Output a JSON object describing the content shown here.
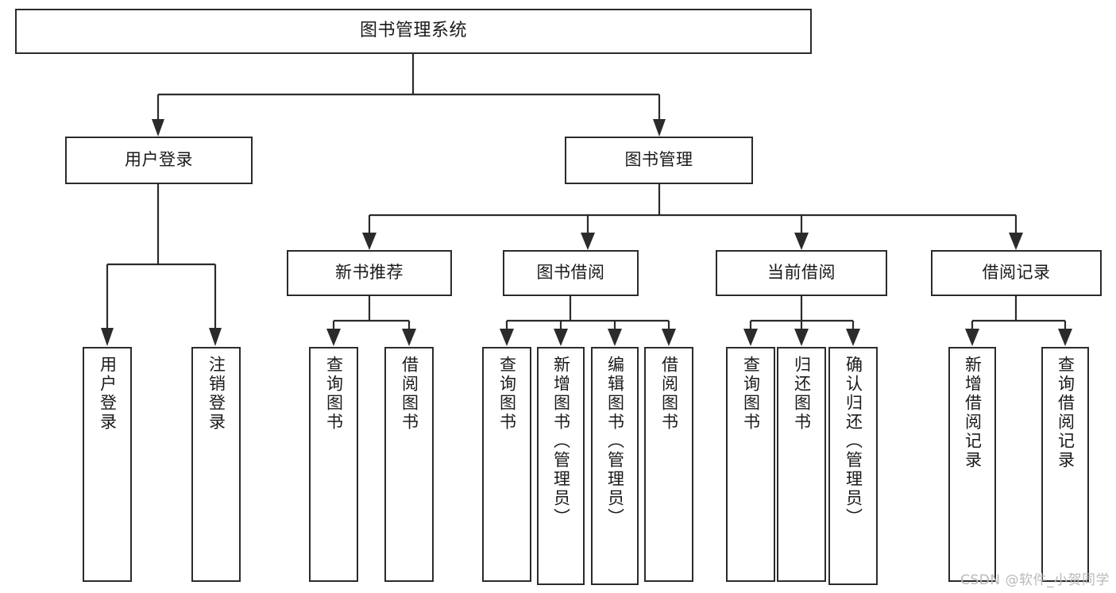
{
  "diagram": {
    "title": "图书管理系统",
    "type": "tree",
    "root": {
      "label": "图书管理系统"
    },
    "level1": [
      {
        "label": "用户登录"
      },
      {
        "label": "图书管理"
      }
    ],
    "level2": [
      {
        "label": "新书推荐"
      },
      {
        "label": "图书借阅"
      },
      {
        "label": "当前借阅"
      },
      {
        "label": "借阅记录"
      }
    ],
    "leaves": {
      "user_login": [
        {
          "label": "用户登录"
        },
        {
          "label": "注销登录"
        }
      ],
      "new_book_recommend": [
        {
          "label": "查询图书"
        },
        {
          "label": "借阅图书"
        }
      ],
      "book_borrow": [
        {
          "label": "查询图书"
        },
        {
          "label": "新增图书（管理员）"
        },
        {
          "label": "编辑图书（管理员）"
        },
        {
          "label": "借阅图书"
        }
      ],
      "current_borrow": [
        {
          "label": "查询图书"
        },
        {
          "label": "归还图书"
        },
        {
          "label": "确认归还（管理员）"
        }
      ],
      "borrow_record": [
        {
          "label": "新增借阅记录"
        },
        {
          "label": "查询借阅记录"
        }
      ]
    }
  },
  "watermark": {
    "text": "CSDN @软件_小贺同学"
  },
  "colors": {
    "stroke": "#2b2b2b",
    "text": "#1a1a1a",
    "background": "#ffffff",
    "watermark": "#b9b9b9"
  }
}
